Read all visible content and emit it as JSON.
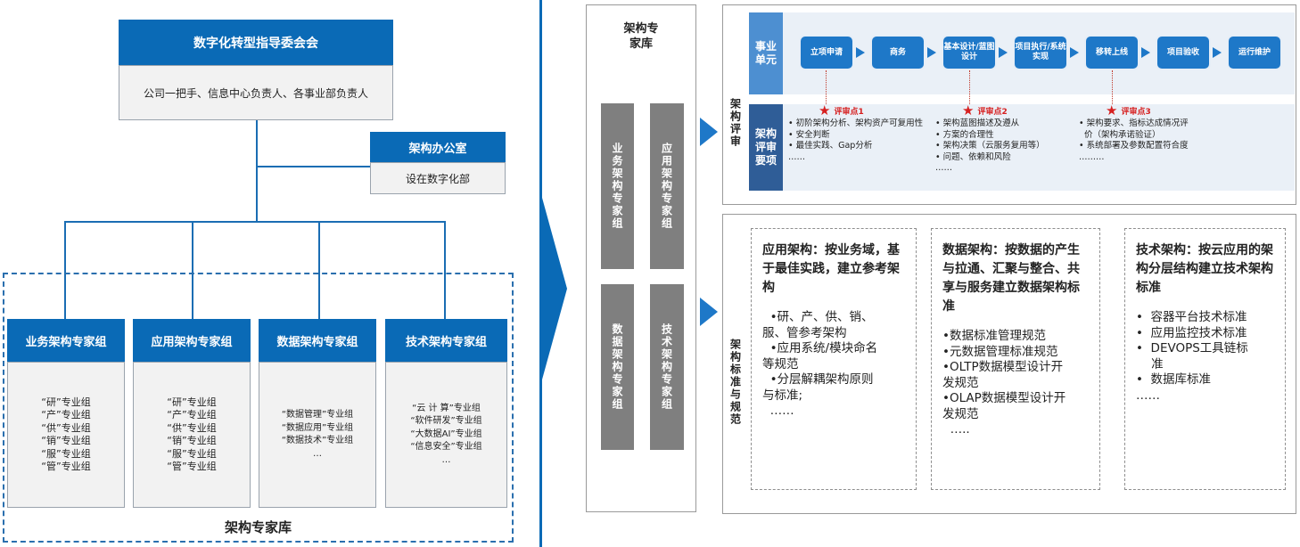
{
  "org": {
    "committee_title": "数字化转型指导委会会",
    "committee_members": "公司一把手、信息中心负责人、各事业部负责人",
    "office_title": "架构办公室",
    "office_location": "设在数字化部",
    "pool_label": "架构专家库",
    "groups": [
      {
        "title": "业务架构专家组",
        "members": "“研”专业组\n“产”专业组\n“供”专业组\n“销”专业组\n“服”专业组\n“管”专业组"
      },
      {
        "title": "应用架构专家组",
        "members": "“研”专业组\n“产”专业组\n“供”专业组\n“销”专业组\n“服”专业组\n“管”专业组"
      },
      {
        "title": "数据架构专家组",
        "members": "“数据管理”专业组\n“数据应用”专业组\n“数据技术”专业组\n…"
      },
      {
        "title": "技术架构专家组",
        "members": "“云 计 算”专业组\n“软件研发”专业组\n“大数据AI”专业组\n“信息安全”专业组\n…"
      }
    ]
  },
  "library": {
    "title": "架构专\n家库",
    "cols": [
      "业务架构专家组",
      "应用架构专家组",
      "数据架构专家组",
      "技术架构专家组"
    ]
  },
  "review": {
    "side_label": "架构评审",
    "unit_label": "事业单元",
    "items_label": "架构评审要项",
    "steps": [
      "立项申请",
      "商务",
      "基本设计/蓝图设计",
      "项目执行/系统实现",
      "移转上线",
      "项目验收",
      "运行维护"
    ],
    "points": [
      {
        "label": "评审点1",
        "items": "• 初阶架构分析、架构资产可复用性\n• 安全判断\n• 最佳实践、Gap分析\n……"
      },
      {
        "label": "评审点2",
        "items": "• 架构蓝图描述及遵从\n• 方案的合理性\n• 架构决策（云服务复用等）\n• 问题、依赖和风险\n……"
      },
      {
        "label": "评审点3",
        "items": "• 架构要求、指标达成情况评\n  价（架构承诺验证）\n• 系统部署及参数配置符合度\n………"
      }
    ]
  },
  "standards": {
    "side_label": "架构标准与规范",
    "cards": [
      {
        "title": "应用架构：按业务域，基于最佳实践，建立参考架构",
        "items": "  •研、产、供、销、\n服、管参考架构\n  •应用系统/模块命名\n等规范\n  •分层解耦架构原则\n与标准;\n  ……"
      },
      {
        "title": "数据架构：按数据的产生与拉通、汇聚与整合、共享与服务建立数据架构标准",
        "items": "•数据标准管理规范\n•元数据管理标准规范\n•OLTP数据模型设计开\n发规范\n•OLAP数据模型设计开\n发规范\n  ….."
      },
      {
        "title": "技术架构：按云应用的架构分层结构建立技术架构标准",
        "items": "•  容器平台技术标准\n•  应用监控技术标准\n•  DEVOPS工具链标\n    准\n•  数据库标准\n……"
      }
    ]
  }
}
